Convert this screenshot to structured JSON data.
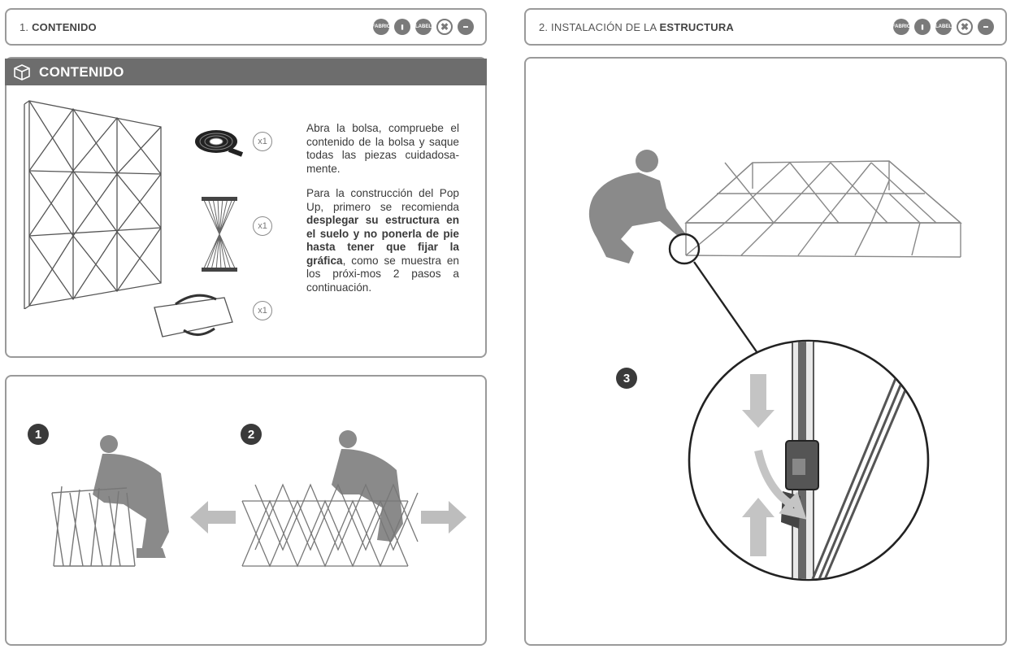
{
  "left_header": {
    "number": "1.",
    "title": "CONTENIDO"
  },
  "right_header": {
    "prefix": "2. INSTALACIÓN DE LA",
    "title": "ESTRUCTURA"
  },
  "header_icons": [
    "fabric-icon",
    "leaf-icon",
    "label-icon",
    "no-bleach-icon",
    "box-icon"
  ],
  "content_bar": {
    "icon": "box-icon",
    "title": "CONTENIDO"
  },
  "quantities": [
    "x1",
    "x1",
    "x1"
  ],
  "description": {
    "p1": "Abra la bolsa, compruebe el contenido de la bolsa y saque todas las piezas cuidadosa-mente.",
    "p2_before": "Para la construcción del Pop Up, primero se recomienda ",
    "p2_bold": "desplegar su estructura en el suelo y no ponerla de pie hasta tener que fijar la gráfica",
    "p2_after": ", como se muestra en los próxi-mos 2 pasos a continuación."
  },
  "steps": [
    "1",
    "2",
    "3"
  ],
  "colors": {
    "border": "#9a9a9a",
    "bar": "#6d6d6d",
    "figure": "#8a8a8a",
    "step": "#3a3a3a"
  }
}
